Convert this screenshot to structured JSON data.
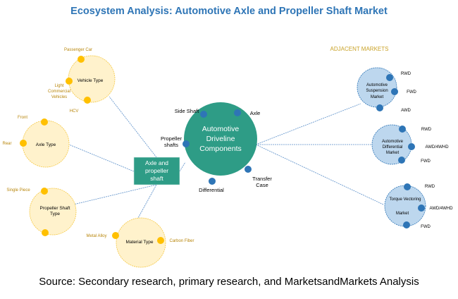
{
  "title": "Ecosystem Analysis: Automotive Axle and Propeller Shaft Market",
  "source": "Source: Secondary research, primary research, and MarketsandMarkets Analysis",
  "colors": {
    "teal": "#2e9c86",
    "yellow": "#ffc000",
    "blue": "#2e75b6",
    "gold": "#c9a227"
  },
  "hub": {
    "line1": "Axle and",
    "line2": "propeller",
    "line3": "shaft"
  },
  "center": {
    "line1": "Automotive",
    "line2": "Driveline",
    "line3": "Components",
    "components": {
      "side_shaft": "Side Shaft",
      "axle": "Axle",
      "prop1": "Propeller",
      "prop2": "shafts",
      "differential": "Differential",
      "transfer1": "Transfer",
      "transfer2": "Case"
    }
  },
  "segments": {
    "vehicle": {
      "label": "Vehicle Type",
      "items": [
        "Passenger Car",
        "Light",
        "Commercial",
        "Vehicles",
        "HCV"
      ]
    },
    "axle": {
      "label": "Axle Type",
      "items": [
        "Front",
        "Rear"
      ]
    },
    "propeller": {
      "label1": "Propeller Shaft",
      "label2": "Type",
      "items": [
        "Single Piece"
      ]
    },
    "material": {
      "label": "Material Type",
      "items": [
        "Metal Alloy",
        "Carbon Fiber"
      ]
    }
  },
  "adjacent": {
    "heading": "ADJACENT MARKETS",
    "markets": [
      {
        "l1": "Automotive",
        "l2": "Suspension",
        "l3": "Market",
        "items": [
          "RWD",
          "FWD",
          "AWD"
        ]
      },
      {
        "l1": "Automotive",
        "l2": "Differential",
        "l3": "Market",
        "items": [
          "RWD",
          "AWD/4WHD",
          "FWD"
        ]
      },
      {
        "l1": "Torque Vectoring",
        "l2": "Market",
        "items": [
          "RWD",
          "AWD/4WHD",
          "FWD"
        ]
      }
    ]
  }
}
